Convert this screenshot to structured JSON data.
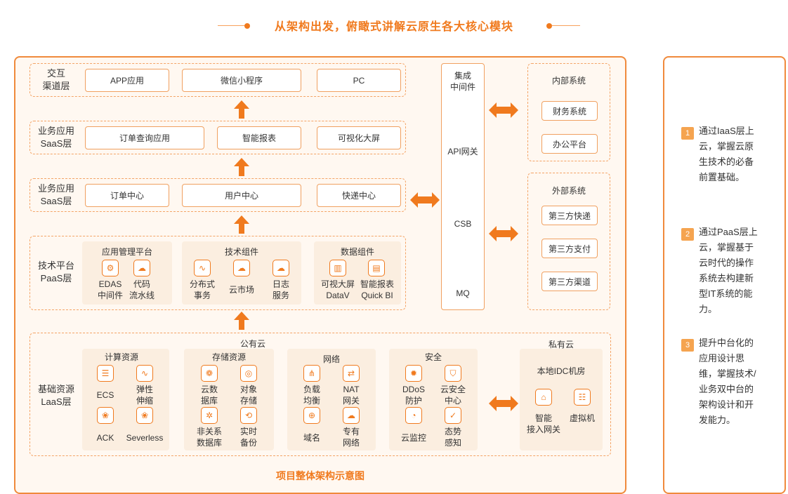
{
  "title": "从架构出发，俯瞰式讲解云原生各大核心模块",
  "caption": "项目整体架构示意图",
  "layers": {
    "interaction": {
      "label1": "交互",
      "label2": "渠道层",
      "items": [
        "APP应用",
        "微信小程序",
        "PC"
      ]
    },
    "business_saas": {
      "label1": "业务应用",
      "label2": "SaaS层",
      "items": [
        "订单查询应用",
        "智能报表",
        "可视化大屏"
      ]
    },
    "service_saas": {
      "label1": "业务应用",
      "label2": "SaaS层",
      "items": [
        "订单中心",
        "用户中心",
        "快递中心"
      ]
    },
    "paas": {
      "label1": "技术平台",
      "label2": "PaaS层",
      "groups": [
        {
          "title": "应用管理平台",
          "items": [
            {
              "l1": "EDAS",
              "l2": "中间件"
            },
            {
              "l1": "代码",
              "l2": "流水线"
            }
          ]
        },
        {
          "title": "技术组件",
          "items": [
            {
              "l1": "分布式",
              "l2": "事务"
            },
            {
              "l1": "云市场",
              "l2": ""
            },
            {
              "l1": "日志",
              "l2": "服务"
            }
          ]
        },
        {
          "title": "数据组件",
          "items": [
            {
              "l1": "可视大屏",
              "l2": "DataV"
            },
            {
              "l1": "智能报表",
              "l2": "Quick BI"
            }
          ]
        }
      ]
    },
    "iaas": {
      "label1": "基础资源",
      "label2": "LaaS层",
      "public_cloud": "公有云",
      "groups": [
        {
          "title": "计算资源",
          "items": [
            {
              "l1": "ECS",
              "l2": ""
            },
            {
              "l1": "弹性",
              "l2": "伸缩"
            },
            {
              "l1": "ACK",
              "l2": ""
            },
            {
              "l1": "Severless",
              "l2": ""
            }
          ]
        },
        {
          "title": "存储资源",
          "items": [
            {
              "l1": "云数",
              "l2": "据库"
            },
            {
              "l1": "对象",
              "l2": "存储"
            },
            {
              "l1": "非关系",
              "l2": "数据库"
            },
            {
              "l1": "实时",
              "l2": "备份"
            }
          ]
        },
        {
          "title": "网络",
          "items": [
            {
              "l1": "负载",
              "l2": "均衡"
            },
            {
              "l1": "NAT",
              "l2": "网关"
            },
            {
              "l1": "域名",
              "l2": ""
            },
            {
              "l1": "专有",
              "l2": "网络"
            }
          ]
        },
        {
          "title": "安全",
          "items": [
            {
              "l1": "DDoS",
              "l2": "防护"
            },
            {
              "l1": "云安全",
              "l2": "中心"
            },
            {
              "l1": "云监控",
              "l2": ""
            },
            {
              "l1": "态势",
              "l2": "感知"
            }
          ]
        }
      ],
      "private_cloud": {
        "title": "私有云",
        "subtitle": "本地IDC机房",
        "items": [
          {
            "l1": "智能",
            "l2": "接入网关"
          },
          {
            "l1": "虚拟机",
            "l2": ""
          }
        ]
      }
    }
  },
  "middleware": {
    "l1": "集成",
    "l2": "中间件",
    "items": [
      "API网关",
      "CSB",
      "MQ"
    ]
  },
  "internal": {
    "title": "内部系统",
    "items": [
      "财务系统",
      "办公平台"
    ]
  },
  "external": {
    "title": "外部系统",
    "items": [
      "第三方快递",
      "第三方支付",
      "第三方渠道"
    ]
  },
  "notes": [
    {
      "num": "1",
      "text": "通过IaaS层上云，掌握云原生技术的必备前置基础。"
    },
    {
      "num": "2",
      "text": "通过PaaS层上云，掌握基于云时代的操作系统去构建新型IT系统的能力。"
    },
    {
      "num": "3",
      "text": "提升中台化的应用设计思维，掌握技术/业务双中台的架构设计和开发能力。"
    }
  ]
}
